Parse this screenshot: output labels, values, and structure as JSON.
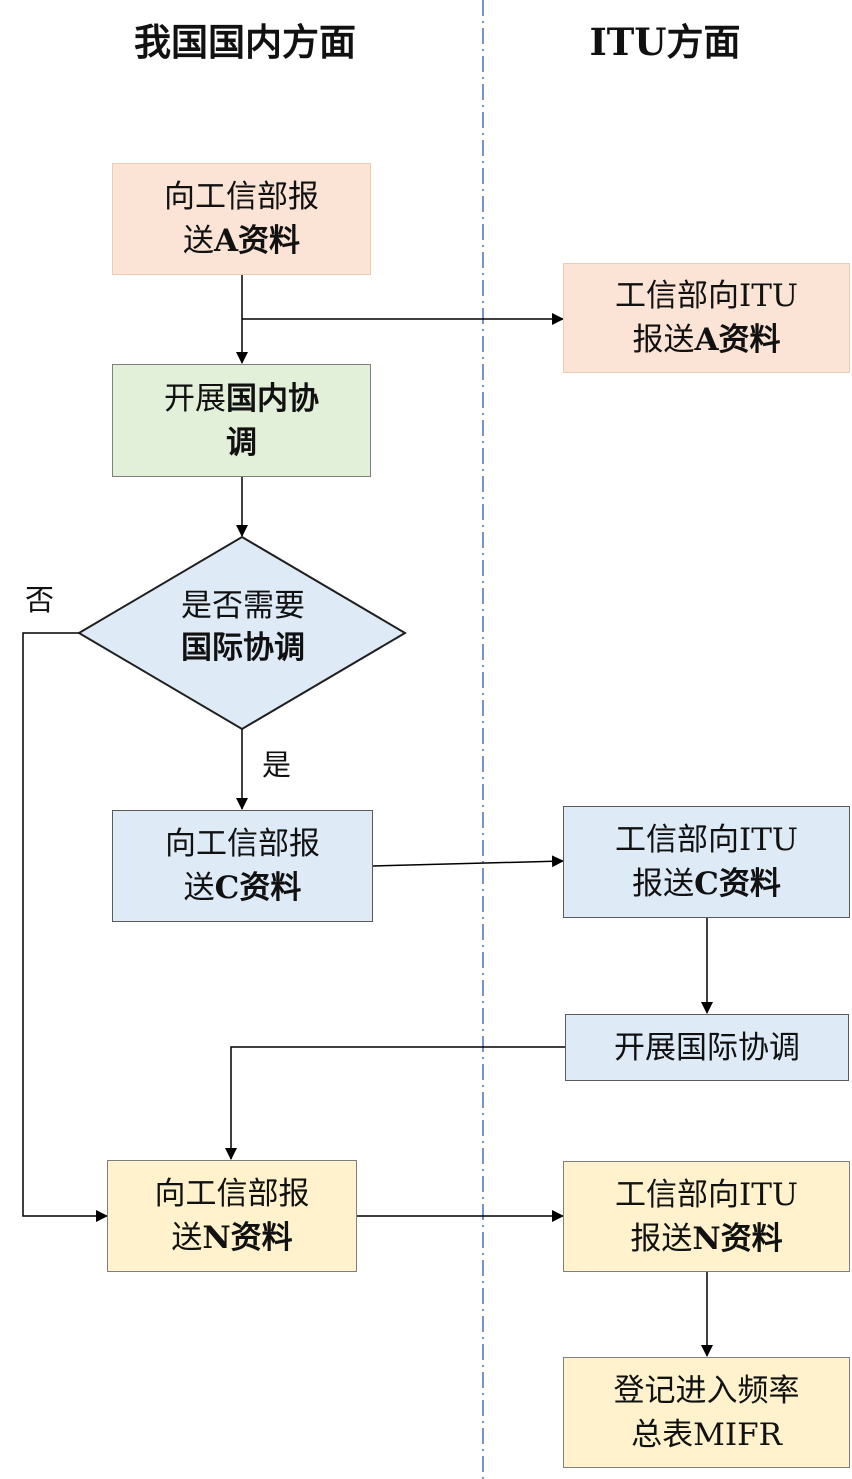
{
  "columns": {
    "left_title": "我国国内方面",
    "right_title": "ITU方面"
  },
  "nodes": {
    "report_a": {
      "line1": "向工信部报",
      "line2_pre": "送",
      "line2_bold": "A资料"
    },
    "itu_a": {
      "line1": "工信部向ITU",
      "line2_pre": "报送",
      "line2_bold": "A资料"
    },
    "domestic_coord": {
      "line1_pre": "开展",
      "line1_bold": "国内协",
      "line2_bold": "调"
    },
    "decision": {
      "line1": "是否需要",
      "line2_bold": "国际协调"
    },
    "report_c": {
      "line1": "向工信部报",
      "line2_pre": "送",
      "line2_bold": "C资料"
    },
    "itu_c": {
      "line1": "工信部向ITU",
      "line2_pre": "报送",
      "line2_bold": "C资料"
    },
    "intl_coord": {
      "line1": "开展国际协调"
    },
    "report_n": {
      "line1": "向工信部报",
      "line2_pre": "送",
      "line2_bold": "N资料"
    },
    "itu_n": {
      "line1": "工信部向ITU",
      "line2_pre": "报送",
      "line2_bold": "N资料"
    },
    "mifr": {
      "line1": "登记进入频率",
      "line2": "总表MIFR"
    }
  },
  "edge_labels": {
    "no": "否",
    "yes": "是"
  },
  "colors": {
    "pink": "#fbe4d6",
    "green": "#e2efd9",
    "blue": "#deeaf6",
    "yellow": "#fff2cc",
    "divider": "#4472c4"
  }
}
